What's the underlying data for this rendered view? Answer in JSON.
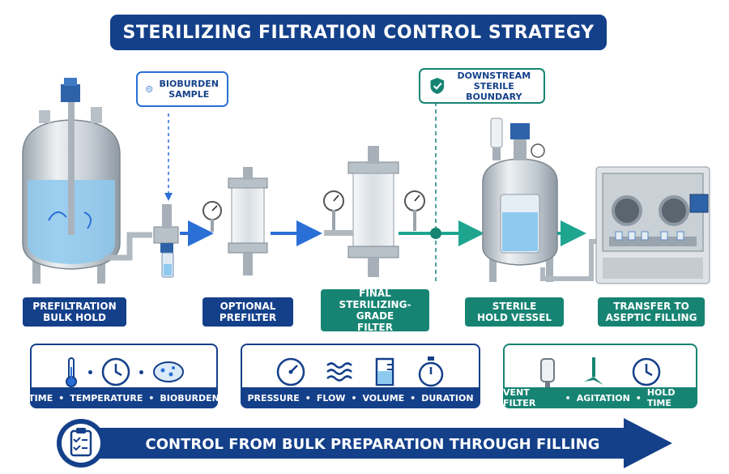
{
  "title": "STERILIZING FILTRATION CONTROL STRATEGY",
  "callouts": {
    "bioburden": [
      "BIOBURDEN",
      "SAMPLE"
    ],
    "boundary": [
      "DOWNSTREAM",
      "STERILE BOUNDARY"
    ]
  },
  "stages": [
    {
      "lines": [
        "PREFILTRATION",
        "BULK HOLD"
      ],
      "style": "blue"
    },
    {
      "lines": [
        "OPTIONAL",
        "PREFILTER"
      ],
      "style": "blue"
    },
    {
      "lines": [
        "FINAL",
        "STERILIZING-GRADE",
        "FILTER"
      ],
      "style": "teal"
    },
    {
      "lines": [
        "STERILE",
        "HOLD VESSEL"
      ],
      "style": "teal"
    },
    {
      "lines": [
        "TRANSFER TO",
        "ASEPTIC FILLING"
      ],
      "style": "teal"
    }
  ],
  "panels": [
    {
      "style": "blue",
      "items": [
        "TIME",
        "TEMPERATURE",
        "BIOBURDEN"
      ],
      "icons": [
        "thermometer-icon",
        "clock-icon",
        "petri-dish-icon"
      ]
    },
    {
      "style": "blue",
      "items": [
        "PRESSURE",
        "FLOW",
        "VOLUME",
        "DURATION"
      ],
      "icons": [
        "pressure-gauge-icon",
        "flow-waves-icon",
        "beaker-icon",
        "stopwatch-icon"
      ]
    },
    {
      "style": "teal",
      "items": [
        "VENT FILTER",
        "AGITATION",
        "HOLD TIME"
      ],
      "icons": [
        "vent-filter-icon",
        "agitator-icon",
        "clock-icon"
      ]
    }
  ],
  "footer": "CONTROL FROM BULK PREPARATION THROUGH FILLING",
  "colors": {
    "navy": "#14408a",
    "teal": "#178473",
    "steel": "#c9d0d6",
    "liquid": "#8ec9ef"
  }
}
